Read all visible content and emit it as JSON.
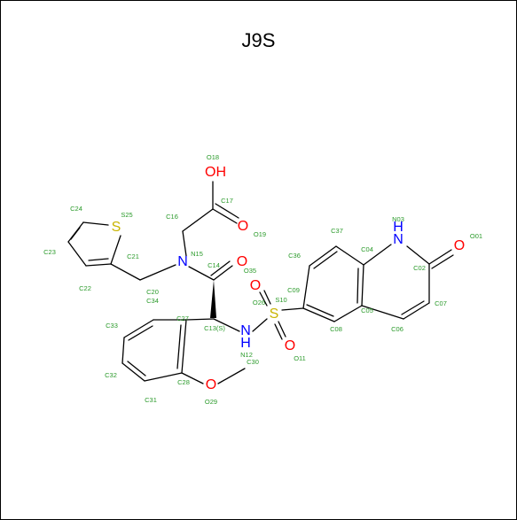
{
  "title": "J9S",
  "colors": {
    "bond": "#000000",
    "oxygen": "#ff0000",
    "nitrogen": "#0000ff",
    "sulfur": "#c8b400",
    "index_label": "#2a9a2a"
  },
  "atom_symbols": {
    "O18": "OH",
    "O19": "O",
    "O35": "O",
    "N15": "N",
    "S25": "S",
    "S10": "S",
    "O26": "O",
    "O11": "O",
    "N12": "N\nH",
    "O29": "O",
    "N03": "H\nN",
    "O01": "O"
  },
  "atom_ids": [
    "O18",
    "C17",
    "O19",
    "C16",
    "N15",
    "C14",
    "O35",
    "C24",
    "S25",
    "C23",
    "C21",
    "C22",
    "C20",
    "C34",
    "C27",
    "C13(S)",
    "C33",
    "N12",
    "C30",
    "C32",
    "C28",
    "O29",
    "C31",
    "O26",
    "S10",
    "C09",
    "O11",
    "C36",
    "C37",
    "C04",
    "N03",
    "C02",
    "O01",
    "C07",
    "C05",
    "C06",
    "C08"
  ]
}
